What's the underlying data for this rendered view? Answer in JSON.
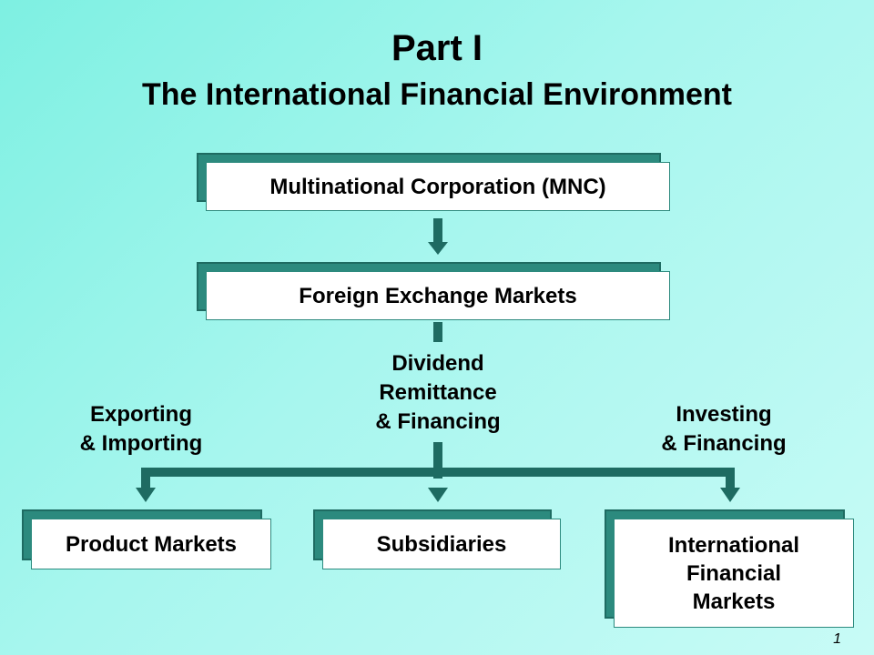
{
  "slide": {
    "title": "Part I",
    "subtitle": "The International Financial Environment",
    "page_number": "1"
  },
  "nodes": {
    "mnc": "Multinational Corporation (MNC)",
    "fx": "Foreign Exchange Markets",
    "product": "Product Markets",
    "subsidiaries": "Subsidiaries",
    "ifm": "International\nFinancial\nMarkets"
  },
  "edge_labels": {
    "left": "Exporting\n& Importing",
    "center": "Dividend\nRemittance\n& Financing",
    "right": "Investing\n& Financing"
  },
  "colors": {
    "connector": "#1e6b62",
    "box_shadow": "#2c8a7e",
    "background": "#a7f6ee"
  }
}
